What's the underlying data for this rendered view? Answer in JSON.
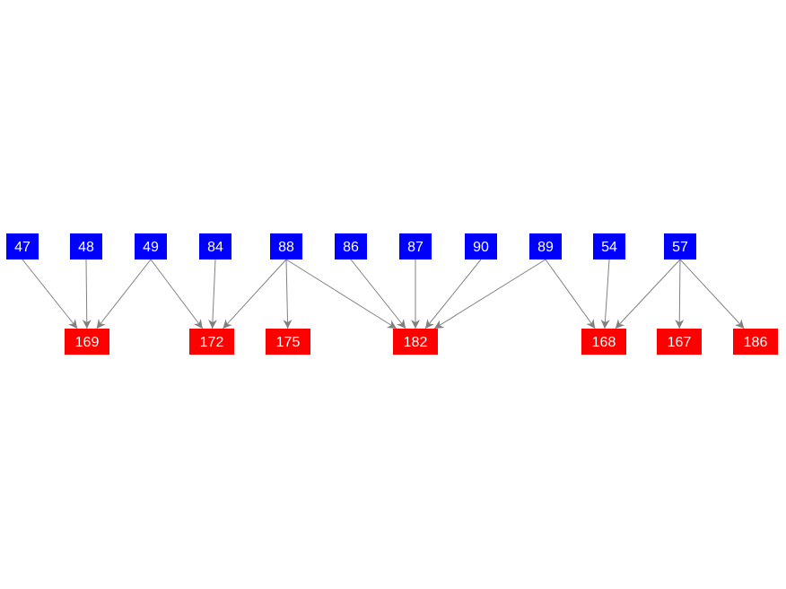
{
  "colors": {
    "source": "#0000ff",
    "target": "#ff0000",
    "edge": "#808080",
    "label": "#ffffff"
  },
  "source_nodes": [
    "47",
    "48",
    "49",
    "84",
    "88",
    "86",
    "87",
    "90",
    "89",
    "54",
    "57"
  ],
  "target_nodes": [
    "169",
    "172",
    "175",
    "182",
    "168",
    "167",
    "186"
  ],
  "edges": [
    [
      "47",
      "169"
    ],
    [
      "48",
      "169"
    ],
    [
      "49",
      "169"
    ],
    [
      "49",
      "172"
    ],
    [
      "84",
      "172"
    ],
    [
      "88",
      "172"
    ],
    [
      "88",
      "175"
    ],
    [
      "88",
      "182"
    ],
    [
      "86",
      "182"
    ],
    [
      "87",
      "182"
    ],
    [
      "90",
      "182"
    ],
    [
      "89",
      "182"
    ],
    [
      "89",
      "168"
    ],
    [
      "54",
      "168"
    ],
    [
      "57",
      "168"
    ],
    [
      "57",
      "167"
    ],
    [
      "57",
      "186"
    ]
  ]
}
